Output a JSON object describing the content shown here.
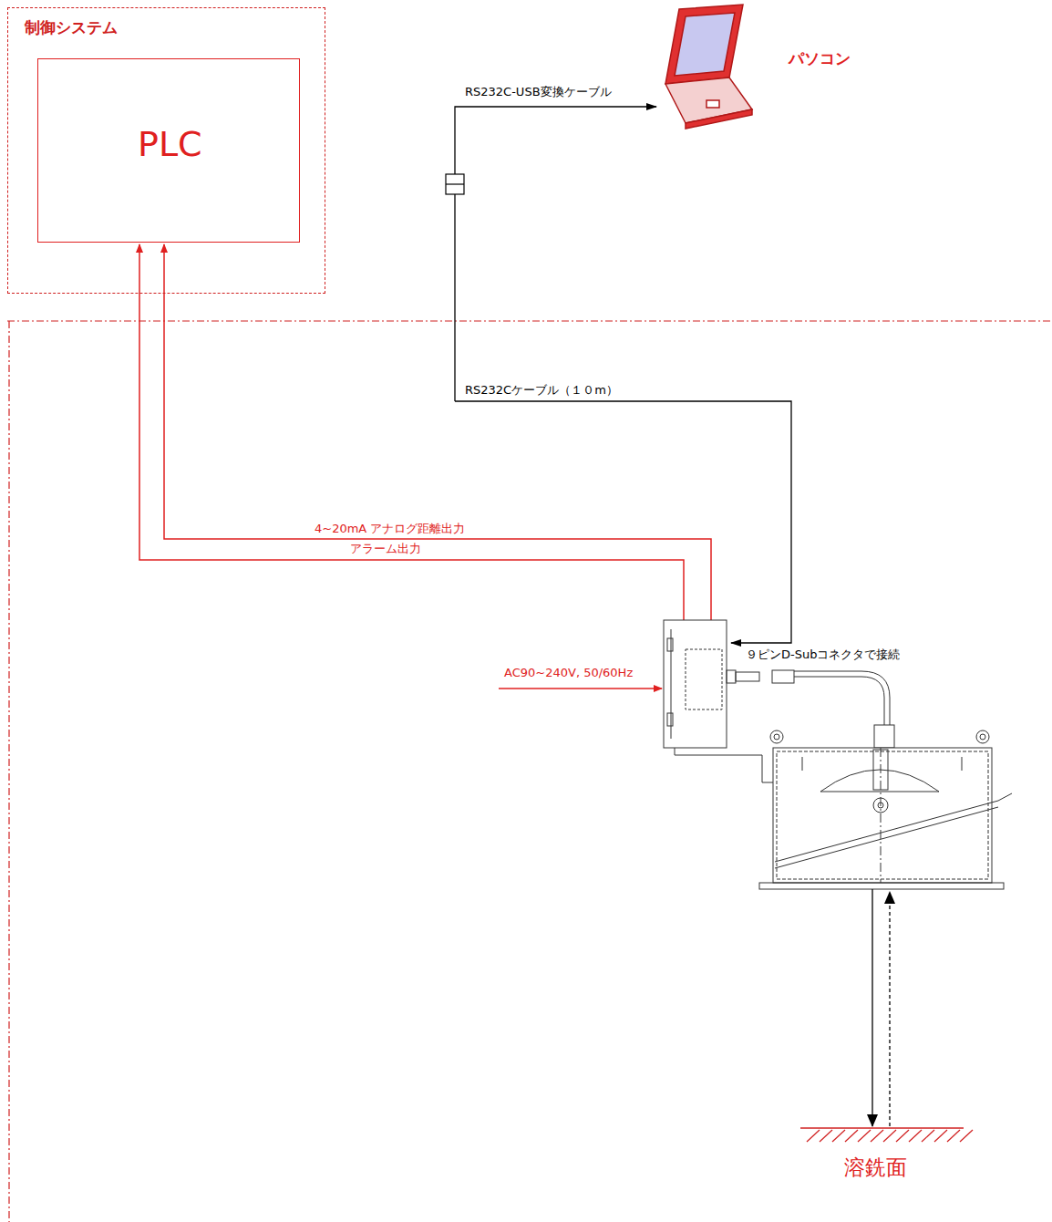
{
  "diagram": {
    "nodes": [
      {
        "text": [
          "制御システム"
        ]
      },
      {
        "text": [
          "PLC"
        ],
        "in": 0
      },
      {
        "text": [
          "パソコン"
        ]
      }
    ],
    "labels": [
      "RS232C-USB変換ケーブル",
      "RS232Cケーブル（１０m）",
      "4~20mA アナログ距離出力",
      "アラーム出力",
      "９ピンD-Subコネクタで接続",
      "AC90~240V, 50/60Hz",
      "溶銑面"
    ]
  }
}
